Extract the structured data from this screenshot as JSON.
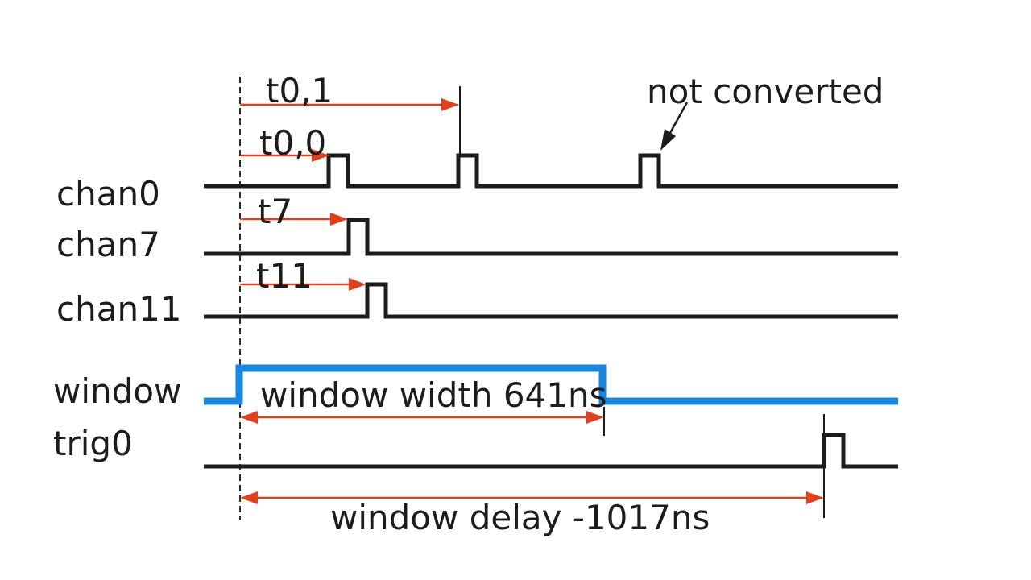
{
  "diagram": {
    "signal_labels": {
      "chan0": "chan0",
      "chan7": "chan7",
      "chan11": "chan11",
      "window": "window",
      "trig0": "trig0"
    },
    "timing_labels": {
      "t0_1": "t0,1",
      "t0_0": "t0,0",
      "t7": "t7",
      "t11": "t11"
    },
    "measurements": {
      "window_width": "window width 641ns",
      "window_delay": "window delay -1017ns"
    },
    "notes": {
      "not_converted": "not converted"
    },
    "colors": {
      "signal_line": "#1c1c1c",
      "window_signal": "#1787df",
      "dimension_arrow": "#e2401d",
      "background": "#ffffff"
    }
  }
}
